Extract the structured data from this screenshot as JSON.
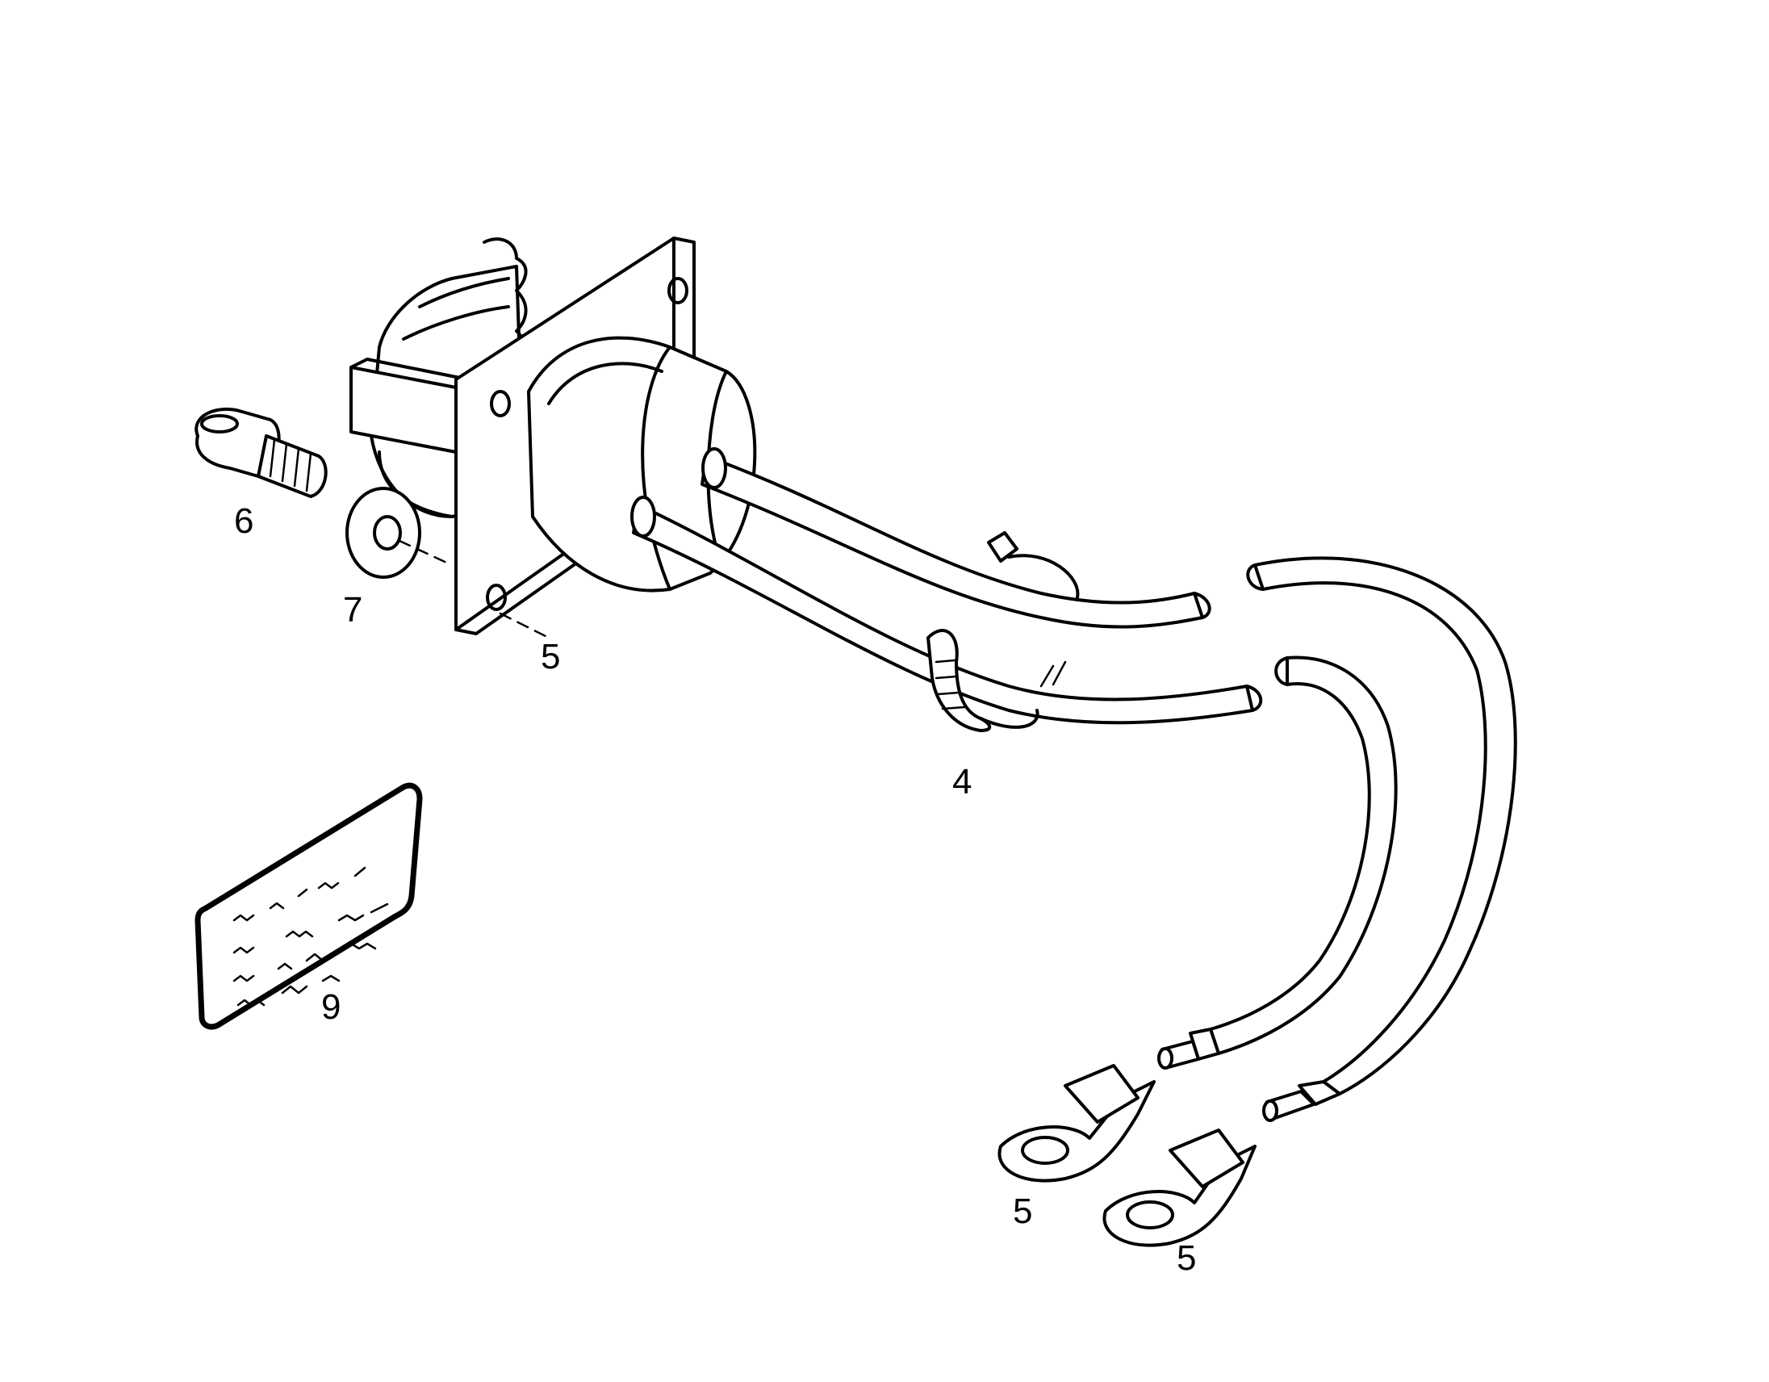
{
  "callouts": [
    {
      "id": "c6",
      "text": "6"
    },
    {
      "id": "c7",
      "text": "7"
    },
    {
      "id": "c5a",
      "text": "5"
    },
    {
      "id": "c4",
      "text": "4"
    },
    {
      "id": "c9",
      "text": "9"
    },
    {
      "id": "c5b",
      "text": "5"
    },
    {
      "id": "c5c",
      "text": "5"
    }
  ],
  "colors": {
    "line": "#000000",
    "background": "#ffffff"
  }
}
